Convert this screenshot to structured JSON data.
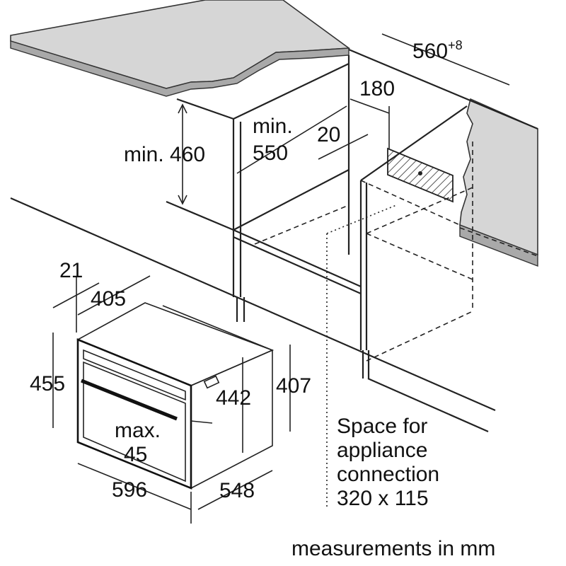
{
  "title": "Built-in oven installation dimensions",
  "labels": {
    "niche_width": "560",
    "niche_width_tolerance": "+8",
    "connection_offset": "180",
    "min_460": "min. 460",
    "min_550_line1": "min.",
    "min_550_line2": "550",
    "gap_20": "20",
    "front_21": "21",
    "depth_405": "405",
    "height_455": "455",
    "height_442": "442",
    "height_407": "407",
    "max_line1": "max.",
    "max_line2": "45",
    "width_596": "596",
    "depth_548": "548"
  },
  "connection_note": [
    "Space for",
    "appliance",
    "connection",
    "320 x 115"
  ],
  "footer": "measurements in mm",
  "colors": {
    "countertop": "#d6d6d6",
    "countertop_edge": "#a9a9a9",
    "line": "#222222"
  }
}
